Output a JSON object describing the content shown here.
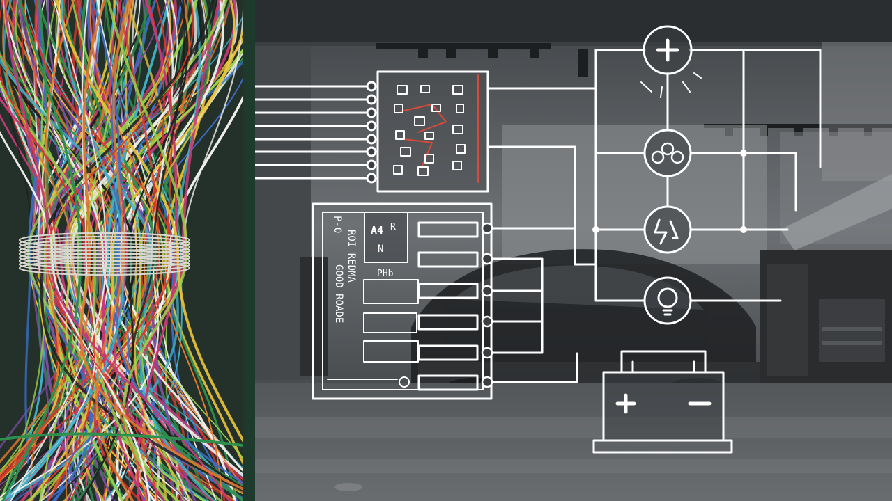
{
  "image": {
    "left_panel": {
      "subject": "bundle-of-colored-wires",
      "wire_colors": [
        "#d9362b",
        "#2f8f4e",
        "#e8c23a",
        "#3a6fc8",
        "#e07a2e",
        "#f2f2ee",
        "#7b4ea0",
        "#c43a75",
        "#3fb0c9",
        "#1e1e1e",
        "#9bd34a"
      ],
      "tie_color": "#d8d8d0"
    },
    "right_panel": {
      "background": "garage-interior-grayscale",
      "schematic_stroke": "#ffffff",
      "symbols": {
        "positive": "plus-icon",
        "motor": "motor-icon",
        "lightning": "lightning-icon",
        "lamp": "lightbulb-icon",
        "battery": "battery-icon"
      },
      "ic_glyph_labels": [
        "A4",
        "R",
        "N"
      ],
      "relay_labels": [
        "PHb"
      ],
      "side_text": [
        "P-O",
        "ROI REDMA",
        "GOOD ROADE"
      ]
    }
  }
}
